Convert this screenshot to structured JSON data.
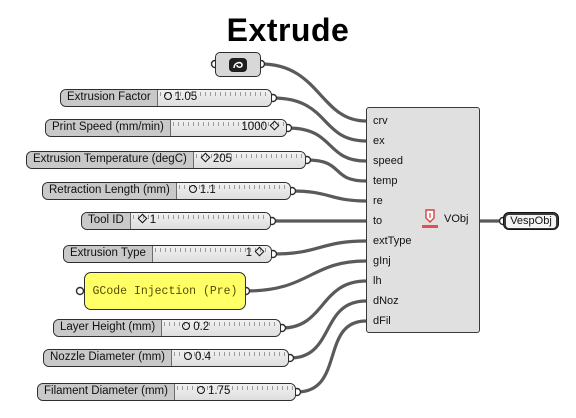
{
  "title": "Extrude",
  "sliders": [
    {
      "label": "Extrusion Factor",
      "value": "1.05",
      "grip": "circle"
    },
    {
      "label": "Print Speed (mm/min)",
      "value": "1000",
      "grip": "diamond"
    },
    {
      "label": "Extrusion Temperature (degC)",
      "value": "205",
      "grip": "diamond"
    },
    {
      "label": "Retraction Length (mm)",
      "value": "1.1",
      "grip": "circle"
    },
    {
      "label": "Tool ID",
      "value": "1",
      "grip": "diamond"
    },
    {
      "label": "Extrusion Type",
      "value": "1",
      "grip": "diamond"
    },
    {
      "label": "Layer Height (mm)",
      "value": "0.2",
      "grip": "circle"
    },
    {
      "label": "Nozzle Diameter (mm)",
      "value": "0.4",
      "grip": "circle"
    },
    {
      "label": "Filament Diameter (mm)",
      "value": "1.75",
      "grip": "circle"
    }
  ],
  "panel": {
    "text": "GCode Injection (Pre)",
    "color": "#ffff66"
  },
  "component": {
    "inputs": [
      "crv",
      "ex",
      "speed",
      "temp",
      "re",
      "to",
      "extType",
      "gInj",
      "lh",
      "dNoz",
      "dFil"
    ],
    "output": "VObj",
    "icon": "nozzle-extrude-icon"
  },
  "param_icon": "curve-param-icon",
  "output_node": {
    "label": "VespObj"
  }
}
